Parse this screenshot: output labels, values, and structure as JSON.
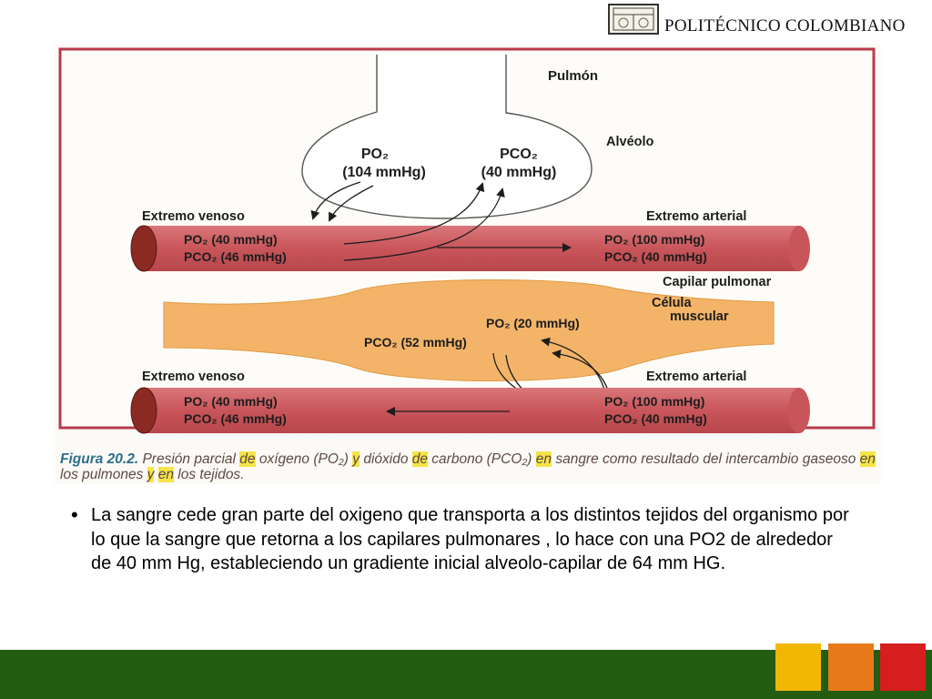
{
  "header": {
    "logo_text": "POLITÉCNICO COLOMBIANO"
  },
  "diagram": {
    "lung_label": "Pulmón",
    "alveolus_label": "Alvéolo",
    "alveolus_po2": "PO₂",
    "alveolus_po2_value": "(104 mmHg)",
    "alveolus_pco2": "PCO₂",
    "alveolus_pco2_value": "(40 mmHg)",
    "top_venous_end": "Extremo venoso",
    "top_arterial_end": "Extremo arterial",
    "top_capillary_left_po2": "PO₂ (40 mmHg)",
    "top_capillary_left_pco2": "PCO₂ (46 mmHg)",
    "top_capillary_right_po2": "PO₂ (100 mmHg)",
    "top_capillary_right_pco2": "PCO₂ (40 mmHg)",
    "pulmonary_capillary_label": "Capilar pulmonar",
    "muscle_cell_label_1": "Célula",
    "muscle_cell_label_2": "muscular",
    "muscle_po2": "PO₂ (20 mmHg)",
    "muscle_pco2": "PCO₂ (52 mmHg)",
    "bottom_venous_end": "Extremo venoso",
    "bottom_arterial_end": "Extremo arterial",
    "bottom_capillary_left_po2": "PO₂ (40 mmHg)",
    "bottom_capillary_left_pco2": "PCO₂ (46 mmHg)",
    "bottom_capillary_right_po2": "PO₂ (100 mmHg)",
    "bottom_capillary_right_pco2": "PCO₂ (40 mmHg)"
  },
  "caption": {
    "figure_number": "Figura 20.2.",
    "part1": " Presión parcial ",
    "hl1": "de",
    "part2": " oxígeno (PO₂) ",
    "hl2": "y",
    "part3": " dióxido ",
    "hl3": "de",
    "part4": " carbono (PCO₂) ",
    "hl4": "en",
    "part5": " sangre como resultado del intercambio gaseoso ",
    "hl5": "en",
    "part6": " los pulmones ",
    "hl6": "y",
    "part7": " ",
    "hl7": "en",
    "part8": " los tejidos."
  },
  "bullet": {
    "symbol": "•",
    "text": "La sangre cede gran parte del oxigeno que transporta a los distintos tejidos del organismo por lo que la sangre que retorna a los capilares pulmonares , lo hace con una PO2 de alrededor de 40 mm Hg, estableciendo un gradiente inicial alveolo-capilar de 64 mm HG."
  },
  "colors": {
    "frame": "#b93a4d",
    "capillary": "#c8555a",
    "capillary_end": "#8a2a22",
    "muscle": "#f3b469",
    "footer": "#245c12",
    "square_yellow": "#f2b705",
    "square_orange": "#e8791b",
    "square_red": "#d61e1e"
  }
}
